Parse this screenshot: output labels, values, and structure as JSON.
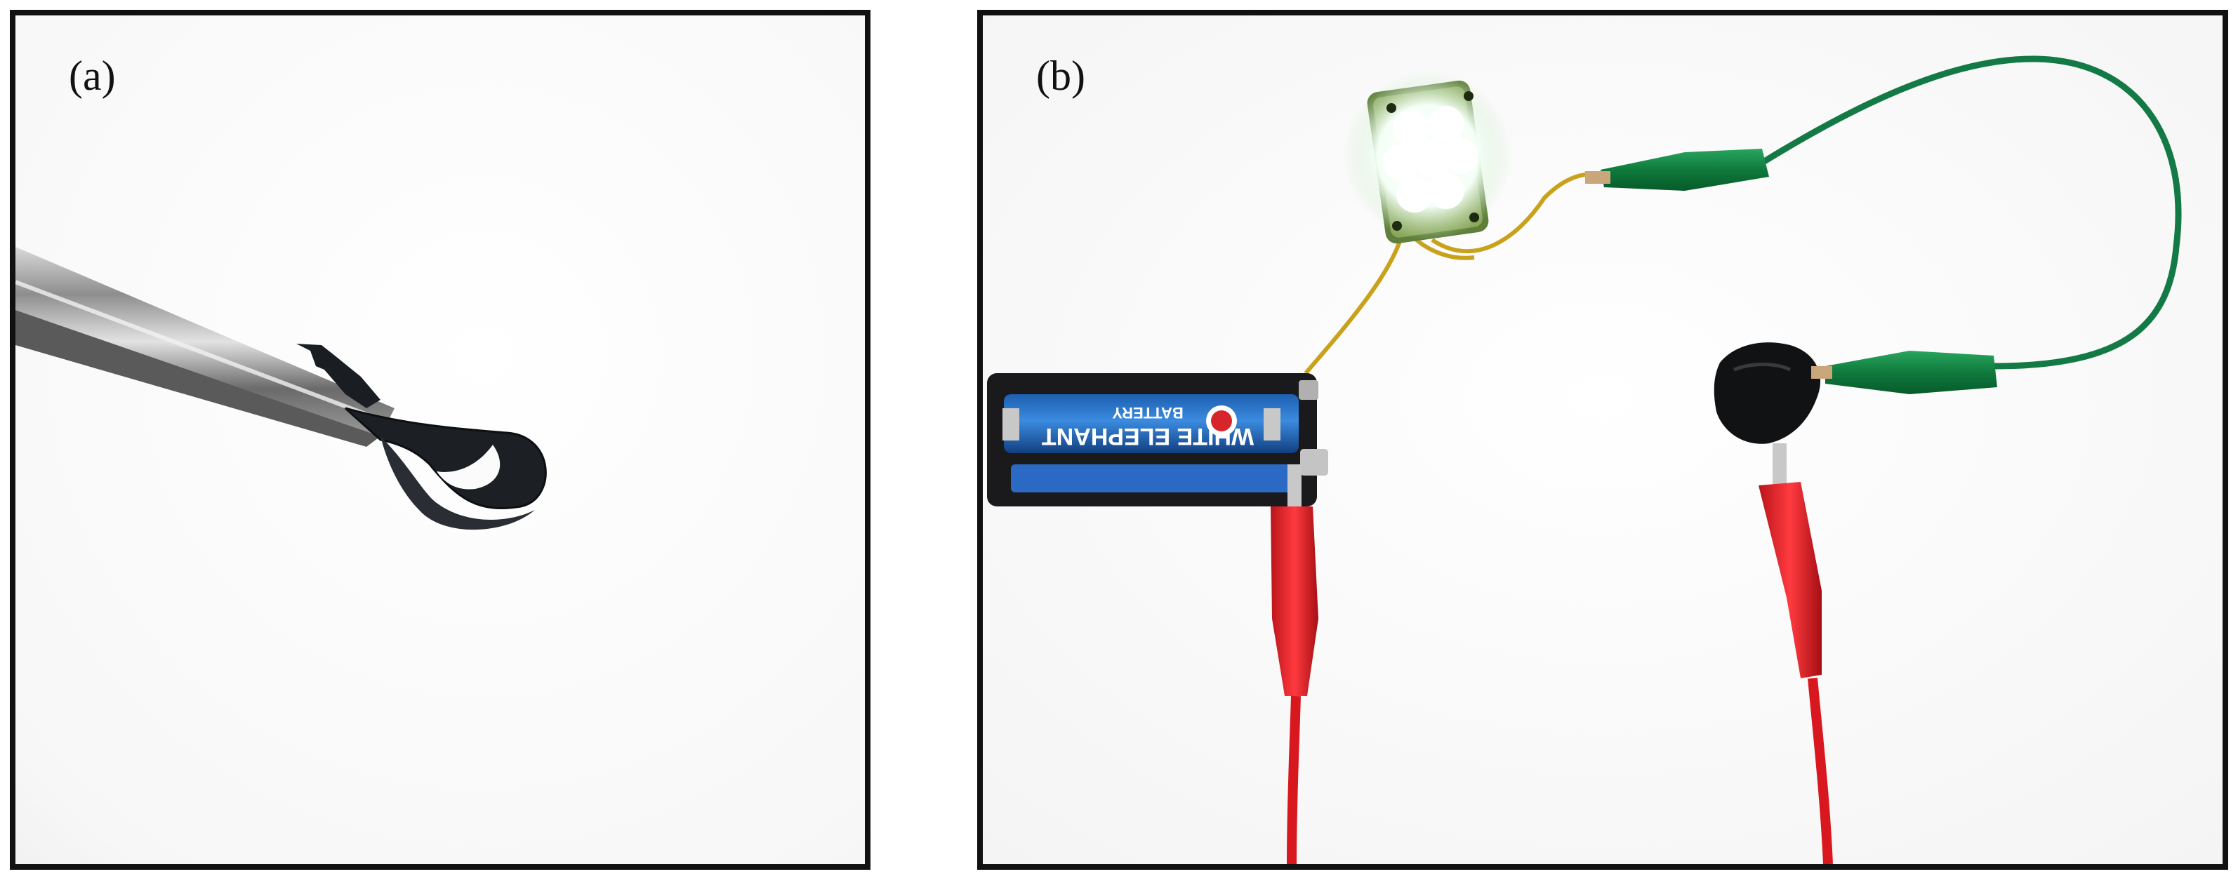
{
  "figure": {
    "panels": [
      {
        "label": "(a)"
      },
      {
        "label": "(b)",
        "battery_brand": "WHITE ELEPHANT",
        "battery_word": "BATTERY"
      }
    ]
  }
}
